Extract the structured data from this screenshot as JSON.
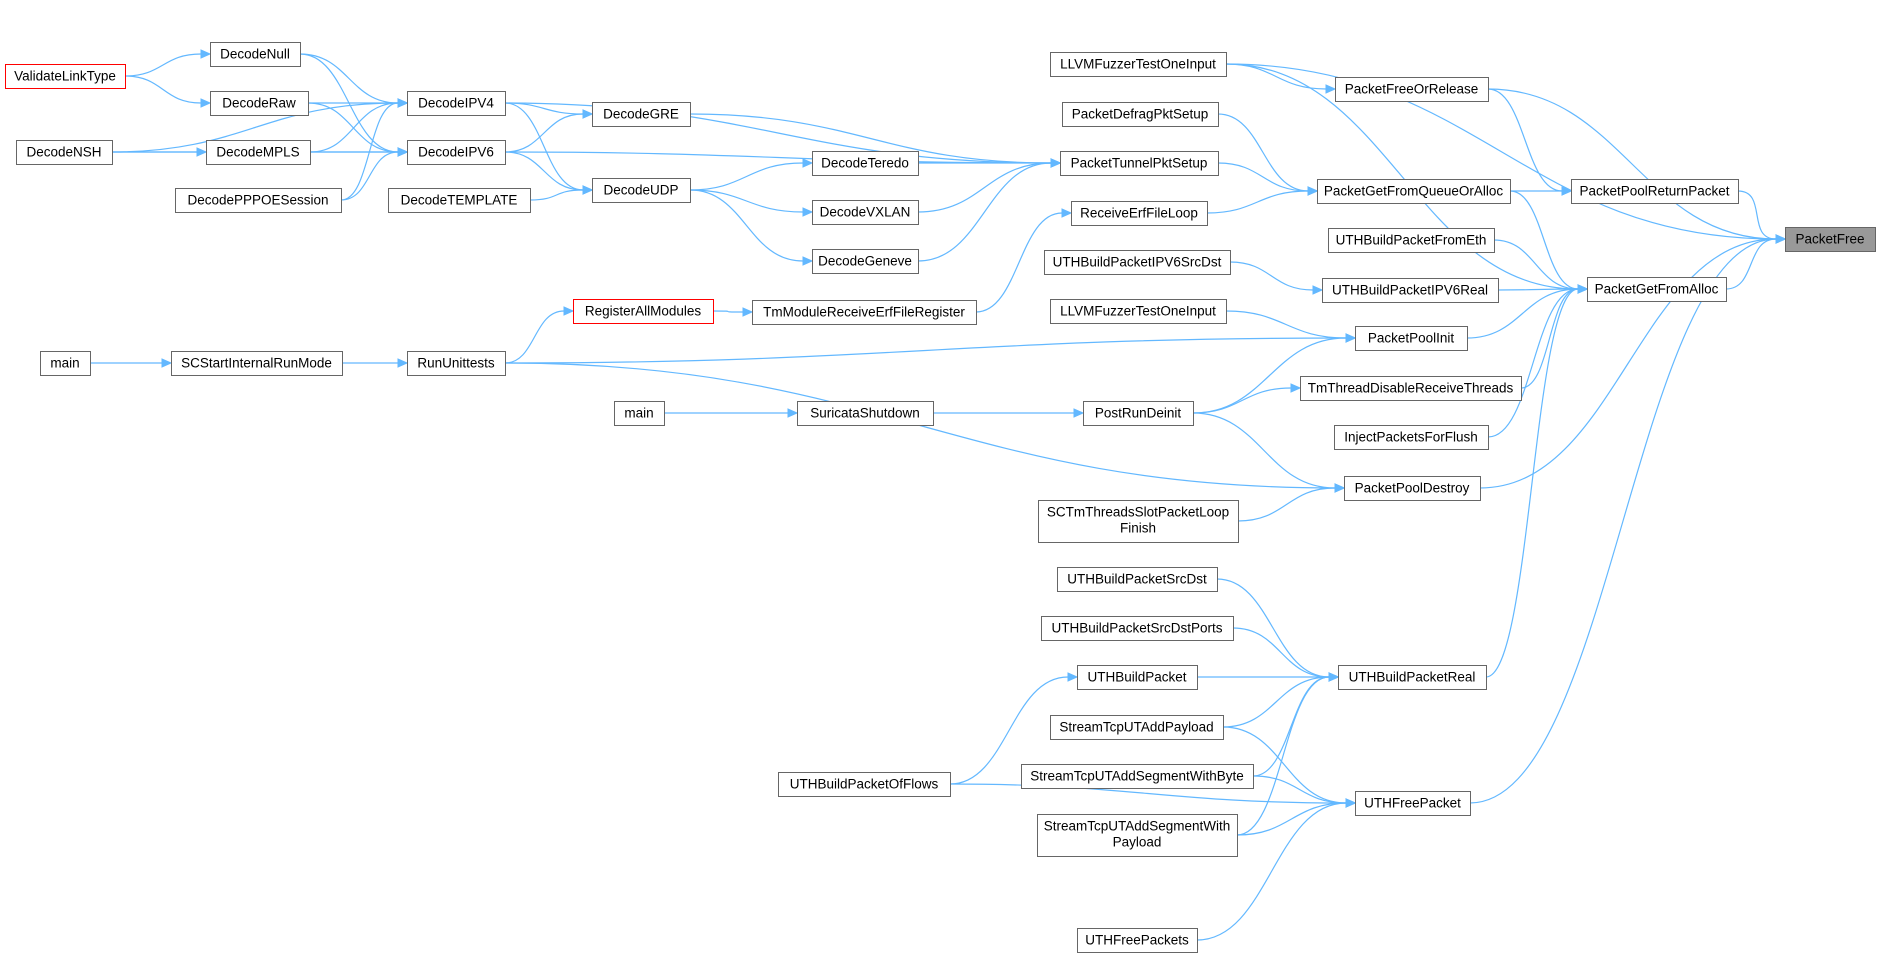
{
  "diagram": {
    "colors": {
      "edge": "#63b8ff",
      "node_border": "#666666",
      "highlight_border": "#ff0000",
      "focus_fill": "#999999"
    },
    "nodes": [
      {
        "id": "PacketFree",
        "label": "PacketFree",
        "style": "focus"
      },
      {
        "id": "LLVMFuzzerTestOneInput_a",
        "label": "LLVMFuzzerTestOneInput"
      },
      {
        "id": "PacketFreeOrRelease",
        "label": "PacketFreeOrRelease"
      },
      {
        "id": "PacketPoolReturnPacket",
        "label": "PacketPoolReturnPacket"
      },
      {
        "id": "PacketGetFromAlloc",
        "label": "PacketGetFromAlloc"
      },
      {
        "id": "PacketPoolDestroy",
        "label": "PacketPoolDestroy"
      },
      {
        "id": "UTHBuildPacketReal",
        "label": "UTHBuildPacketReal"
      },
      {
        "id": "UTHFreePacket",
        "label": "UTHFreePacket"
      },
      {
        "id": "PacketDefragPktSetup",
        "label": "PacketDefragPktSetup"
      },
      {
        "id": "PacketTunnelPktSetup",
        "label": "PacketTunnelPktSetup"
      },
      {
        "id": "PacketGetFromQueueOrAlloc",
        "label": "PacketGetFromQueueOrAlloc"
      },
      {
        "id": "ReceiveErfFileLoop",
        "label": "ReceiveErfFileLoop"
      },
      {
        "id": "UTHBuildPacketFromEth",
        "label": "UTHBuildPacketFromEth"
      },
      {
        "id": "UTHBuildPacketIPV6SrcDst",
        "label": "UTHBuildPacketIPV6SrcDst"
      },
      {
        "id": "UTHBuildPacketIPV6Real",
        "label": "UTHBuildPacketIPV6Real"
      },
      {
        "id": "LLVMFuzzerTestOneInput_b",
        "label": "LLVMFuzzerTestOneInput"
      },
      {
        "id": "PacketPoolInit",
        "label": "PacketPoolInit"
      },
      {
        "id": "TmThreadDisableReceiveThreads",
        "label": "TmThreadDisableReceiveThreads"
      },
      {
        "id": "InjectPacketsForFlush",
        "label": "InjectPacketsForFlush"
      },
      {
        "id": "PostRunDeinit",
        "label": "PostRunDeinit"
      },
      {
        "id": "SCTmThreadsSlotPacketLoopFinish",
        "label": "SCTmThreadsSlotPacketLoop",
        "label2": "Finish"
      },
      {
        "id": "UTHBuildPacketSrcDst",
        "label": "UTHBuildPacketSrcDst"
      },
      {
        "id": "UTHBuildPacketSrcDstPorts",
        "label": "UTHBuildPacketSrcDstPorts"
      },
      {
        "id": "UTHBuildPacket",
        "label": "UTHBuildPacket"
      },
      {
        "id": "StreamTcpUTAddPayload",
        "label": "StreamTcpUTAddPayload"
      },
      {
        "id": "StreamTcpUTAddSegmentWithByte",
        "label": "StreamTcpUTAddSegmentWithByte"
      },
      {
        "id": "StreamTcpUTAddSegmentWithPayload",
        "label": "StreamTcpUTAddSegmentWith",
        "label2": "Payload"
      },
      {
        "id": "UTHFreePackets",
        "label": "UTHFreePackets"
      },
      {
        "id": "UTHBuildPacketOfFlows",
        "label": "UTHBuildPacketOfFlows"
      },
      {
        "id": "DecodeTeredo",
        "label": "DecodeTeredo"
      },
      {
        "id": "DecodeVXLAN",
        "label": "DecodeVXLAN"
      },
      {
        "id": "DecodeGeneve",
        "label": "DecodeGeneve"
      },
      {
        "id": "TmModuleReceiveErfFileRegister",
        "label": "TmModuleReceiveErfFileRegister"
      },
      {
        "id": "RegisterAllModules",
        "label": "RegisterAllModules",
        "style": "red"
      },
      {
        "id": "RunUnittests",
        "label": "RunUnittests"
      },
      {
        "id": "SCStartInternalRunMode",
        "label": "SCStartInternalRunMode"
      },
      {
        "id": "main_a",
        "label": "main"
      },
      {
        "id": "SuricataShutdown",
        "label": "SuricataShutdown"
      },
      {
        "id": "main_b",
        "label": "main"
      },
      {
        "id": "DecodeGRE",
        "label": "DecodeGRE"
      },
      {
        "id": "DecodeUDP",
        "label": "DecodeUDP"
      },
      {
        "id": "DecodeTEMPLATE",
        "label": "DecodeTEMPLATE"
      },
      {
        "id": "DecodeIPV4",
        "label": "DecodeIPV4"
      },
      {
        "id": "DecodeIPV6",
        "label": "DecodeIPV6"
      },
      {
        "id": "DecodeNull",
        "label": "DecodeNull"
      },
      {
        "id": "DecodeRaw",
        "label": "DecodeRaw"
      },
      {
        "id": "DecodeMPLS",
        "label": "DecodeMPLS"
      },
      {
        "id": "DecodePPPOESession",
        "label": "DecodePPPOESession"
      },
      {
        "id": "ValidateLinkType",
        "label": "ValidateLinkType",
        "style": "red"
      },
      {
        "id": "DecodeNSH",
        "label": "DecodeNSH"
      }
    ],
    "edges": [
      [
        "LLVMFuzzerTestOneInput_a",
        "PacketFree"
      ],
      [
        "LLVMFuzzerTestOneInput_a",
        "PacketFreeOrRelease"
      ],
      [
        "LLVMFuzzerTestOneInput_a",
        "PacketGetFromAlloc"
      ],
      [
        "PacketFreeOrRelease",
        "PacketFree"
      ],
      [
        "PacketFreeOrRelease",
        "PacketPoolReturnPacket"
      ],
      [
        "PacketPoolReturnPacket",
        "PacketFree"
      ],
      [
        "PacketGetFromAlloc",
        "PacketFree"
      ],
      [
        "PacketPoolDestroy",
        "PacketFree"
      ],
      [
        "UTHFreePacket",
        "PacketFree"
      ],
      [
        "PacketGetFromQueueOrAlloc",
        "PacketPoolReturnPacket"
      ],
      [
        "PacketGetFromQueueOrAlloc",
        "PacketGetFromAlloc"
      ],
      [
        "PacketDefragPktSetup",
        "PacketGetFromQueueOrAlloc"
      ],
      [
        "PacketTunnelPktSetup",
        "PacketGetFromQueueOrAlloc"
      ],
      [
        "ReceiveErfFileLoop",
        "PacketGetFromQueueOrAlloc"
      ],
      [
        "UTHBuildPacketFromEth",
        "PacketGetFromAlloc"
      ],
      [
        "UTHBuildPacketIPV6Real",
        "PacketGetFromAlloc"
      ],
      [
        "PacketPoolInit",
        "PacketGetFromAlloc"
      ],
      [
        "TmThreadDisableReceiveThreads",
        "PacketGetFromAlloc"
      ],
      [
        "InjectPacketsForFlush",
        "PacketGetFromAlloc"
      ],
      [
        "UTHBuildPacketReal",
        "PacketGetFromAlloc"
      ],
      [
        "UTHBuildPacketIPV6SrcDst",
        "UTHBuildPacketIPV6Real"
      ],
      [
        "LLVMFuzzerTestOneInput_b",
        "PacketPoolInit"
      ],
      [
        "PostRunDeinit",
        "PacketPoolInit"
      ],
      [
        "PostRunDeinit",
        "TmThreadDisableReceiveThreads"
      ],
      [
        "PostRunDeinit",
        "PacketPoolDestroy"
      ],
      [
        "SCTmThreadsSlotPacketLoopFinish",
        "PacketPoolDestroy"
      ],
      [
        "RunUnittests",
        "PacketPoolInit"
      ],
      [
        "RunUnittests",
        "PacketPoolDestroy"
      ],
      [
        "UTHBuildPacketSrcDst",
        "UTHBuildPacketReal"
      ],
      [
        "UTHBuildPacketSrcDstPorts",
        "UTHBuildPacketReal"
      ],
      [
        "UTHBuildPacket",
        "UTHBuildPacketReal"
      ],
      [
        "StreamTcpUTAddPayload",
        "UTHBuildPacketReal"
      ],
      [
        "StreamTcpUTAddSegmentWithByte",
        "UTHBuildPacketReal"
      ],
      [
        "StreamTcpUTAddSegmentWithPayload",
        "UTHBuildPacketReal"
      ],
      [
        "StreamTcpUTAddPayload",
        "UTHFreePacket"
      ],
      [
        "StreamTcpUTAddSegmentWithByte",
        "UTHFreePacket"
      ],
      [
        "StreamTcpUTAddSegmentWithPayload",
        "UTHFreePacket"
      ],
      [
        "UTHFreePackets",
        "UTHFreePacket"
      ],
      [
        "UTHBuildPacketOfFlows",
        "UTHFreePacket"
      ],
      [
        "UTHBuildPacketOfFlows",
        "UTHBuildPacket"
      ],
      [
        "DecodeTeredo",
        "PacketTunnelPktSetup"
      ],
      [
        "DecodeVXLAN",
        "PacketTunnelPktSetup"
      ],
      [
        "DecodeGeneve",
        "PacketTunnelPktSetup"
      ],
      [
        "DecodeGRE",
        "PacketTunnelPktSetup"
      ],
      [
        "DecodeIPV4",
        "PacketTunnelPktSetup"
      ],
      [
        "DecodeIPV6",
        "PacketTunnelPktSetup"
      ],
      [
        "TmModuleReceiveErfFileRegister",
        "ReceiveErfFileLoop"
      ],
      [
        "RegisterAllModules",
        "TmModuleReceiveErfFileRegister"
      ],
      [
        "RunUnittests",
        "RegisterAllModules"
      ],
      [
        "SCStartInternalRunMode",
        "RunUnittests"
      ],
      [
        "main_a",
        "SCStartInternalRunMode"
      ],
      [
        "SuricataShutdown",
        "PostRunDeinit"
      ],
      [
        "main_b",
        "SuricataShutdown"
      ],
      [
        "DecodeUDP",
        "DecodeTeredo"
      ],
      [
        "DecodeUDP",
        "DecodeVXLAN"
      ],
      [
        "DecodeUDP",
        "DecodeGeneve"
      ],
      [
        "DecodeTEMPLATE",
        "DecodeUDP"
      ],
      [
        "DecodeIPV4",
        "DecodeGRE"
      ],
      [
        "DecodeIPV6",
        "DecodeGRE"
      ],
      [
        "DecodeIPV4",
        "DecodeUDP"
      ],
      [
        "DecodeIPV6",
        "DecodeUDP"
      ],
      [
        "DecodeNull",
        "DecodeIPV4"
      ],
      [
        "DecodeRaw",
        "DecodeIPV4"
      ],
      [
        "DecodeMPLS",
        "DecodeIPV4"
      ],
      [
        "DecodePPPOESession",
        "DecodeIPV4"
      ],
      [
        "DecodeNSH",
        "DecodeIPV4"
      ],
      [
        "DecodeNull",
        "DecodeIPV6"
      ],
      [
        "DecodeRaw",
        "DecodeIPV6"
      ],
      [
        "DecodeMPLS",
        "DecodeIPV6"
      ],
      [
        "DecodePPPOESession",
        "DecodeIPV6"
      ],
      [
        "DecodeNSH",
        "DecodeIPV6"
      ],
      [
        "ValidateLinkType",
        "DecodeNull"
      ],
      [
        "ValidateLinkType",
        "DecodeRaw"
      ],
      [
        "DecodeNSH",
        "DecodeMPLS"
      ]
    ]
  }
}
